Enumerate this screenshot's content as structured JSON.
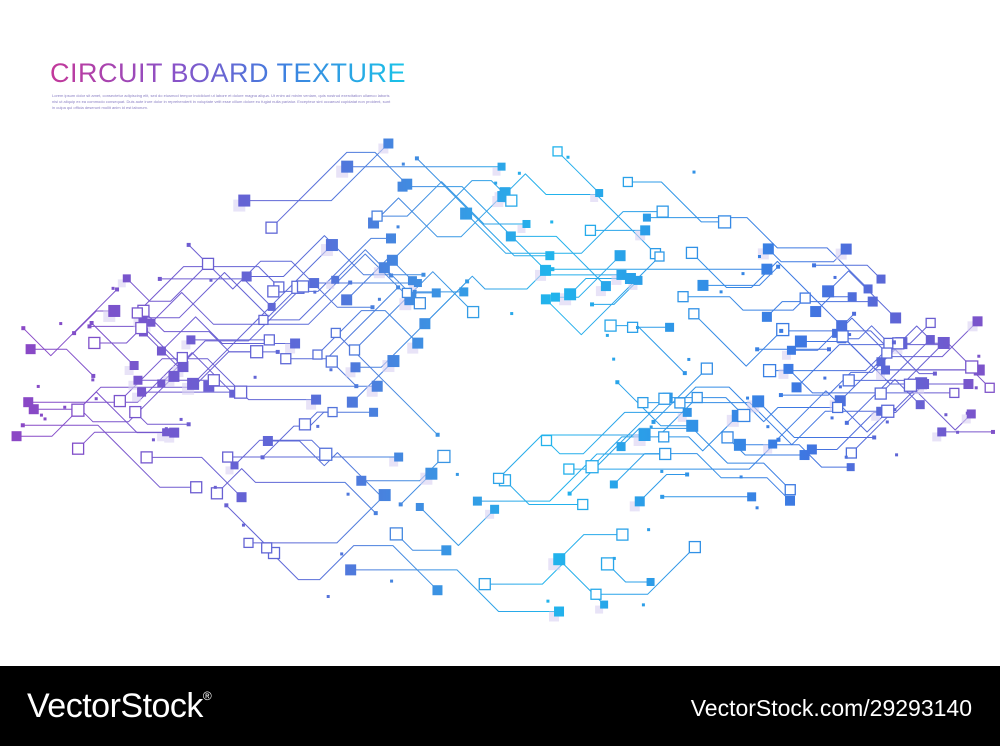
{
  "artwork": {
    "title": "CIRCUIT BOARD TEXTURE",
    "subtitle": "Lorem ipsum dolor sit amet, consectetur adipiscing elit, sed do eiusmod tempor incididunt ut labore et dolore magna aliqua. Ut enim ad minim veniam, quis nostrud exercitation ullamco laboris nisi ut aliquip ex ea commodo consequat. Duis aute irure dolor in reprehenderit in voluptate velit esse cillum dolore eu fugiat nulla pariatur. Excepteur sint occaecat cupidatat non proident, sunt in culpa qui officia deserunt mollit anim id est laborum.",
    "colors": {
      "background": "#ffffff",
      "magenta": "#c3389a",
      "purple": "#7b5cc8",
      "blue": "#3f7fe0",
      "cyan": "#19c4e8",
      "soft_purple": "#d9d2f3"
    },
    "pattern": "circuit-board-traces"
  },
  "footer": {
    "brand": "VectorStock",
    "brand_mark": "®",
    "image_id": "VectorStock.com/29293140",
    "background": "#000000",
    "text_color": "#ffffff"
  }
}
